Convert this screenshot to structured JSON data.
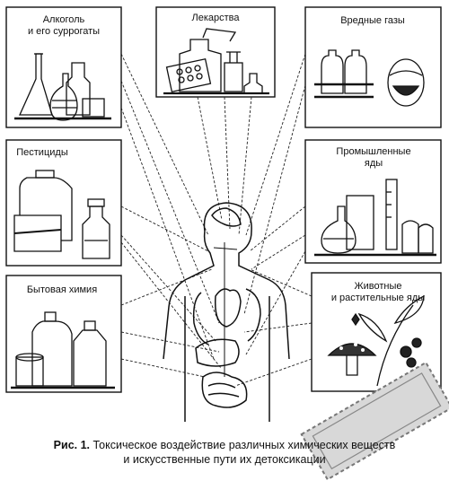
{
  "boxes": {
    "alcohol": {
      "line1": "Алкоголь",
      "line2": "и его суррогаты"
    },
    "drugs": {
      "line1": "Лекарства"
    },
    "gases": {
      "line1": "Вредные газы"
    },
    "pesticides": {
      "line1": "Пестициды"
    },
    "industrial": {
      "line1": "Промышленные",
      "line2": "яды"
    },
    "household": {
      "line1": "Бытовая химия"
    },
    "animal_plant": {
      "line1": "Животные",
      "line2": "и растительные яды"
    }
  },
  "caption": {
    "prefix": "Рис. 1.",
    "line1": "Токсическое воздействие различных химических веществ",
    "line2": "и искусственные пути их детоксикации"
  },
  "icons": [
    "bottles-icon",
    "pills-icon",
    "gas-mask-icon",
    "canister-icon",
    "lab-glassware-icon",
    "detergent-icon",
    "mushroom-plant-icon",
    "human-body-icon",
    "stamp-mark"
  ]
}
